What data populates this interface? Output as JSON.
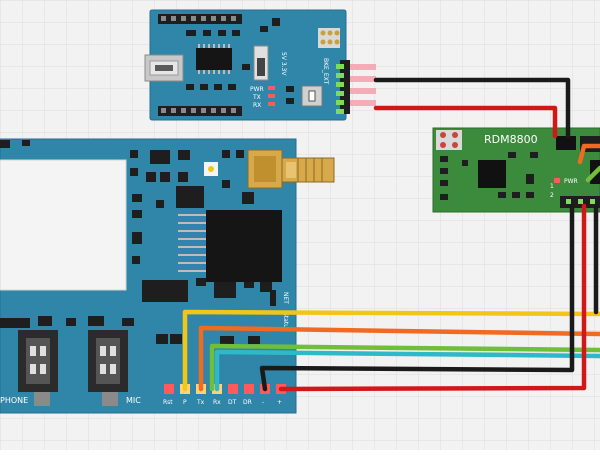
{
  "canvas": {
    "background": "#f2f2f2",
    "grid_color": "#dcdcdc"
  },
  "ftdi_board": {
    "color": "#2f86a8",
    "voltage_label": "5V 3.3V",
    "pwr_label": "PWR",
    "tx_label": "TX",
    "rx_label": "RX",
    "header_label": "BKE_EXT"
  },
  "rdm_board": {
    "color": "#3c8b3c",
    "title": "RDM8800",
    "pwr_label": "PWR",
    "pin1_label": "1",
    "pin2_label": "2"
  },
  "gsm_board": {
    "color": "#2f86a8",
    "phone_label": "PHONE",
    "mic_label": "MIC",
    "net_label": "NET",
    "status_label": "Status",
    "pin_labels": [
      "Rst",
      "P",
      "Tx",
      "Rx",
      "DT",
      "DR",
      "-",
      "+"
    ]
  },
  "wires": {
    "black": "#1a1a1a",
    "red": "#d01818",
    "yellow": "#f2c619",
    "orange": "#f06a23",
    "green": "#6fbf3a",
    "cyan": "#2fb8c8"
  },
  "icons": [
    "sma-antenna-connector-icon",
    "usb-mini-connector-icon",
    "audio-jack-icon"
  ]
}
